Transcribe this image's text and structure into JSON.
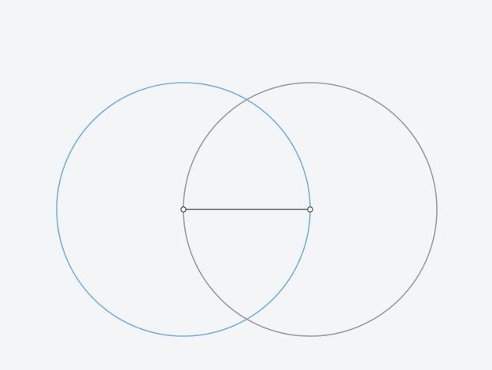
{
  "canvas": {
    "background_color": "#f4f5f7"
  },
  "construction": {
    "description_type": "circle-circle intersection (compass construction)",
    "segment": {
      "stroke_color": "#3a3a3a"
    },
    "points": [
      {
        "name": "point-a",
        "fill_color": "#ffffff",
        "stroke_color": "#333333"
      },
      {
        "name": "point-b",
        "fill_color": "#ffffff",
        "stroke_color": "#333333"
      }
    ],
    "circles": [
      {
        "name": "circle-centered-a",
        "stroke_color": "#74b1e2"
      },
      {
        "name": "circle-centered-b",
        "stroke_color": "#9b9b9b"
      }
    ]
  }
}
